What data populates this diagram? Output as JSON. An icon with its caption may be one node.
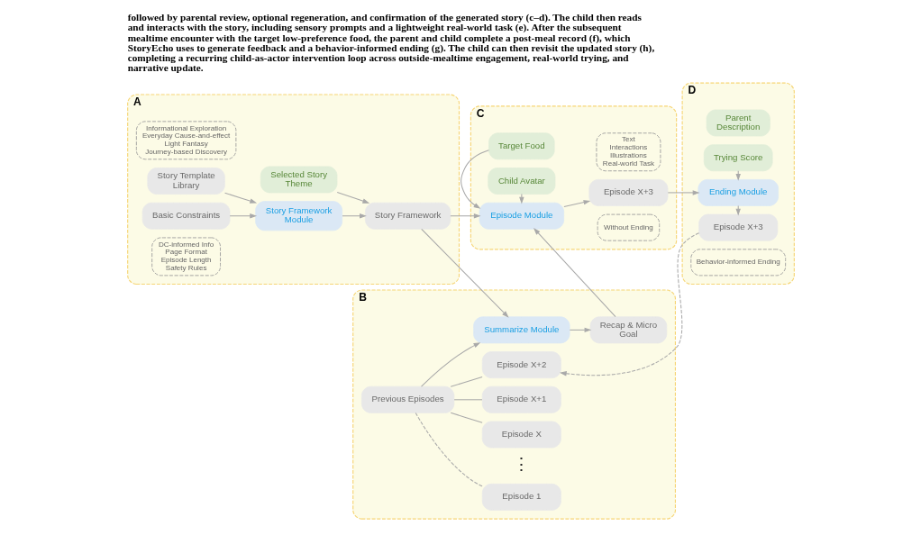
{
  "diagram": {
    "caption": "followed by parental review, optional regeneration, and confirmation of the generated story (c–d). The child then reads and interacts with the story, including sensory prompts and a lightweight real-world task (e). After the subsequent mealtime encounter with the target low-preference food, the parent and child complete a post-meal record (f), which StoryEcho uses to generate feedback and a behavior-informed ending (g). The child can then revisit the updated story (h), completing a recurring child-as-actor intervention loop across outside-mealtime engagement, real-world trying, and narrative update.",
    "nodes": [
      {
        "text": [
          "A"
        ]
      },
      {
        "text": [
          "Informational Exploration",
          "Everyday Cause-and-effect",
          "Light Fantasy",
          "Journey-based Discovery"
        ],
        "in": 0
      },
      {
        "text": [
          "Story Template Library"
        ],
        "in": 0
      },
      {
        "text": [
          "Selected Story Theme"
        ],
        "in": 0
      },
      {
        "text": [
          "Story Framework Module"
        ],
        "in": 0
      },
      {
        "text": [
          "Story Framework"
        ],
        "in": 0
      },
      {
        "text": [
          "Basic Constraints"
        ],
        "in": 0
      },
      {
        "text": [
          "DC-informed Info",
          "Page Format",
          "Episode Length",
          "Safety Rules"
        ],
        "in": 0
      },
      {
        "text": [
          "C"
        ]
      },
      {
        "text": [
          "Target Food"
        ],
        "in": 8
      },
      {
        "text": [
          "Child Avatar"
        ],
        "in": 8
      },
      {
        "text": [
          "Text",
          "Interactions",
          "Illustrations",
          "Real-world Task"
        ],
        "in": 8
      },
      {
        "text": [
          "Episode Module"
        ],
        "in": 8
      },
      {
        "text": [
          "Episode X+3"
        ],
        "in": 8
      },
      {
        "text": [
          "Without Ending"
        ],
        "in": 8
      },
      {
        "text": [
          "D"
        ]
      },
      {
        "text": [
          "Parent Description"
        ],
        "in": 15
      },
      {
        "text": [
          "Trying Score"
        ],
        "in": 15
      },
      {
        "text": [
          "Ending Module"
        ],
        "in": 15
      },
      {
        "text": [
          "Episode X+3"
        ],
        "in": 15
      },
      {
        "text": [
          "Behavior-informed Ending"
        ],
        "in": 15
      },
      {
        "text": [
          "B"
        ]
      },
      {
        "text": [
          "Recap & Micro Goal"
        ],
        "in": 21
      },
      {
        "text": [
          "Summarize Module"
        ],
        "in": 21
      },
      {
        "text": [
          "Episode X+2"
        ],
        "in": 21
      },
      {
        "text": [
          "Episode X+1"
        ],
        "in": 21
      },
      {
        "text": [
          "Episode X"
        ],
        "in": 21
      },
      {
        "text": [
          "Episode 1"
        ],
        "in": 21
      },
      {
        "text": [
          "Previous Episodes"
        ],
        "in": 21
      }
    ],
    "edges": [
      {
        "from": 2,
        "to": 4,
        "arrow": "to"
      },
      {
        "from": 6,
        "to": 4,
        "arrow": "to"
      },
      {
        "from": 4,
        "to": 5,
        "arrow": "to"
      },
      {
        "from": 3,
        "to": 5,
        "arrow": "to"
      },
      {
        "from": 5,
        "to": 12,
        "arrow": "to"
      },
      {
        "from": 5,
        "to": 23,
        "arrow": "to"
      },
      {
        "from": 9,
        "to": 12,
        "arrow": "to"
      },
      {
        "from": 10,
        "to": 12,
        "arrow": "to"
      },
      {
        "from": 22,
        "to": 12,
        "arrow": "to"
      },
      {
        "from": 23,
        "to": 22,
        "arrow": "to"
      },
      {
        "from": 12,
        "to": 13,
        "arrow": "to"
      },
      {
        "from": 13,
        "to": 18,
        "arrow": "to"
      },
      {
        "from": 17,
        "to": 18,
        "arrow": "to"
      },
      {
        "from": 18,
        "to": 19,
        "arrow": "to"
      },
      {
        "from": 19,
        "to": 24,
        "arrow": "to",
        "style": "dashed"
      },
      {
        "from": 28,
        "to": 27,
        "arrow": "none",
        "style": "dashed"
      },
      {
        "from": 28,
        "to": 26,
        "arrow": "none"
      },
      {
        "from": 28,
        "to": 25,
        "arrow": "none"
      },
      {
        "from": 28,
        "to": 24,
        "arrow": "none"
      },
      {
        "from": 28,
        "to": 23,
        "arrow": "to"
      }
    ],
    "labels": [
      "⋮"
    ]
  }
}
